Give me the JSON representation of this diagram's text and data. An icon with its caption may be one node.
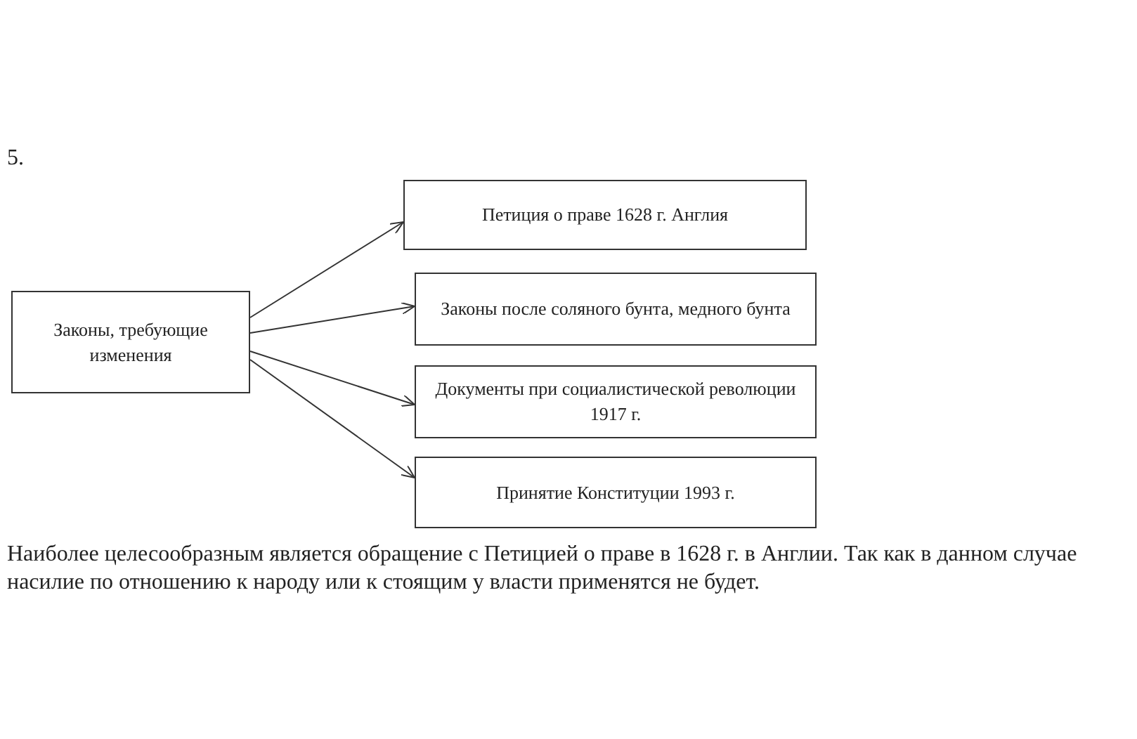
{
  "diagram": {
    "nodes": [
      {
        "text": [
          "Законы, требующие изменения"
        ]
      },
      {
        "text": [
          "Петиция о праве 1628 г. Англия"
        ]
      },
      {
        "text": [
          "Законы после соляного бунта, медного бунта"
        ]
      },
      {
        "text": [
          "Документы при социалистической революции 1917 г."
        ]
      },
      {
        "text": [
          "Принятие Конституции 1993 г."
        ]
      }
    ],
    "edges": [
      {
        "from": 0,
        "to": 1,
        "arrow": "to"
      },
      {
        "from": 0,
        "to": 2,
        "arrow": "to"
      },
      {
        "from": 0,
        "to": 3,
        "arrow": "to"
      },
      {
        "from": 0,
        "to": 4,
        "arrow": "to"
      }
    ],
    "labels": [
      "5.",
      "Наиболее целесообразным является обращение с Петицией о праве в 1628 г. в Англии. Так как в данном случае насилие по отношению к народу или к стоящим у власти применятся не будет."
    ]
  }
}
